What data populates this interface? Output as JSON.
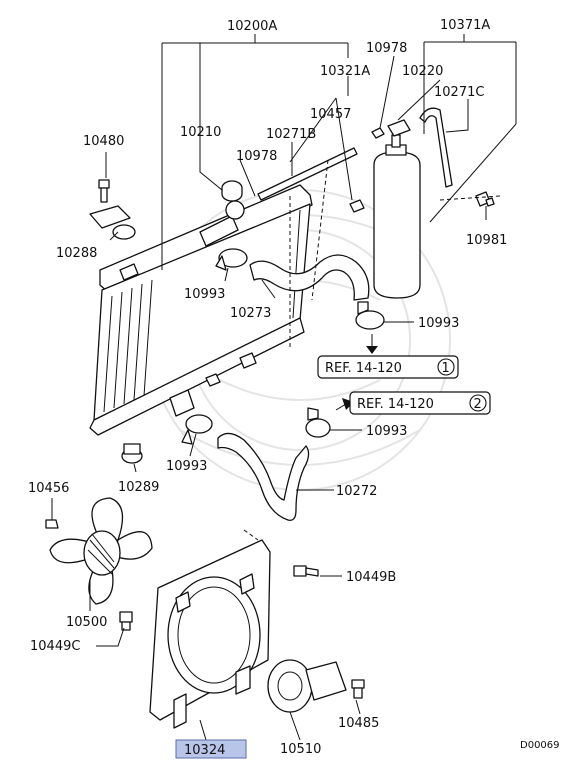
{
  "labels": {
    "p10200A": "10200A",
    "p10371A": "10371A",
    "p10978_top": "10978",
    "p10321A": "10321A",
    "p10220": "10220",
    "p10271C": "10271C",
    "p10480": "10480",
    "p10210": "10210",
    "p10271B": "10271B",
    "p10457": "10457",
    "p10978_mid": "10978",
    "p10288": "10288",
    "p10981": "10981",
    "p10993_a": "10993",
    "p10273": "10273",
    "p10993_b": "10993",
    "p10993_c": "10993",
    "p10993_d": "10993",
    "p10289": "10289",
    "p10456": "10456",
    "p10272": "10272",
    "p10449B": "10449B",
    "p10500": "10500",
    "p10449C": "10449C",
    "p10485": "10485",
    "p10510": "10510",
    "p10324": "10324"
  },
  "refs": {
    "ref1_text": "REF. 14-120",
    "ref1_num": "1",
    "ref2_text": "REF. 14-120",
    "ref2_num": "2"
  },
  "diagram_code": "D00069",
  "colors": {
    "highlight": "#b8c4e8",
    "line": "#111111"
  }
}
